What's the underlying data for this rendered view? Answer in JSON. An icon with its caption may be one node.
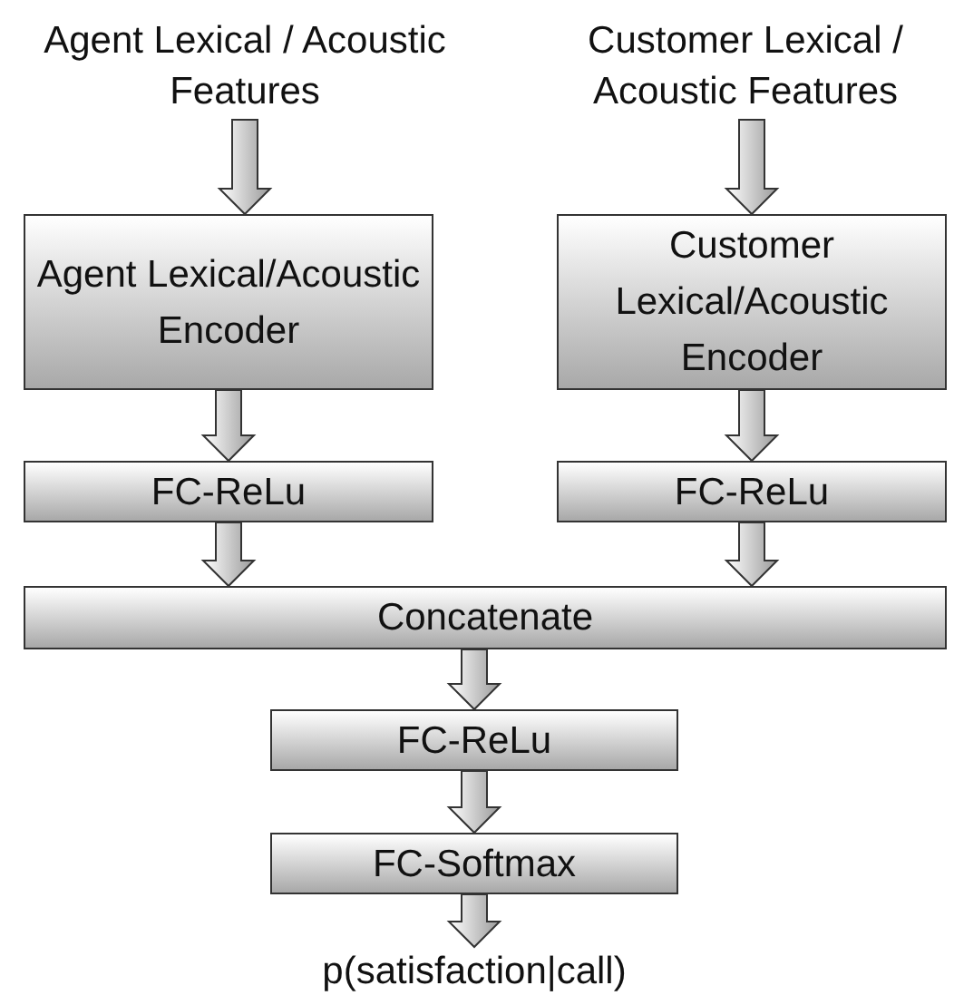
{
  "diagram": {
    "nodes": [
      {
        "text": [
          "Agent Lexical / Acoustic Features"
        ]
      },
      {
        "text": [
          "Customer Lexical / Acoustic Features"
        ]
      },
      {
        "text": [
          "Agent Lexical/Acoustic Encoder"
        ]
      },
      {
        "text": [
          "Customer Lexical/Acoustic Encoder"
        ]
      },
      {
        "text": [
          "FC-ReLu"
        ]
      },
      {
        "text": [
          "FC-ReLu"
        ]
      },
      {
        "text": [
          "Concatenate"
        ]
      },
      {
        "text": [
          "FC-ReLu"
        ]
      },
      {
        "text": [
          "FC-Softmax"
        ]
      },
      {
        "text": [
          "p(satisfaction|call)"
        ]
      }
    ],
    "edges": [
      {
        "from": 0,
        "to": 2,
        "arrow": "to"
      },
      {
        "from": 1,
        "to": 3,
        "arrow": "to"
      },
      {
        "from": 2,
        "to": 4,
        "arrow": "to"
      },
      {
        "from": 3,
        "to": 5,
        "arrow": "to"
      },
      {
        "from": 4,
        "to": 6,
        "arrow": "to"
      },
      {
        "from": 5,
        "to": 6,
        "arrow": "to"
      },
      {
        "from": 6,
        "to": 7,
        "arrow": "to"
      },
      {
        "from": 7,
        "to": 8,
        "arrow": "to"
      },
      {
        "from": 8,
        "to": 9,
        "arrow": "to"
      }
    ]
  }
}
